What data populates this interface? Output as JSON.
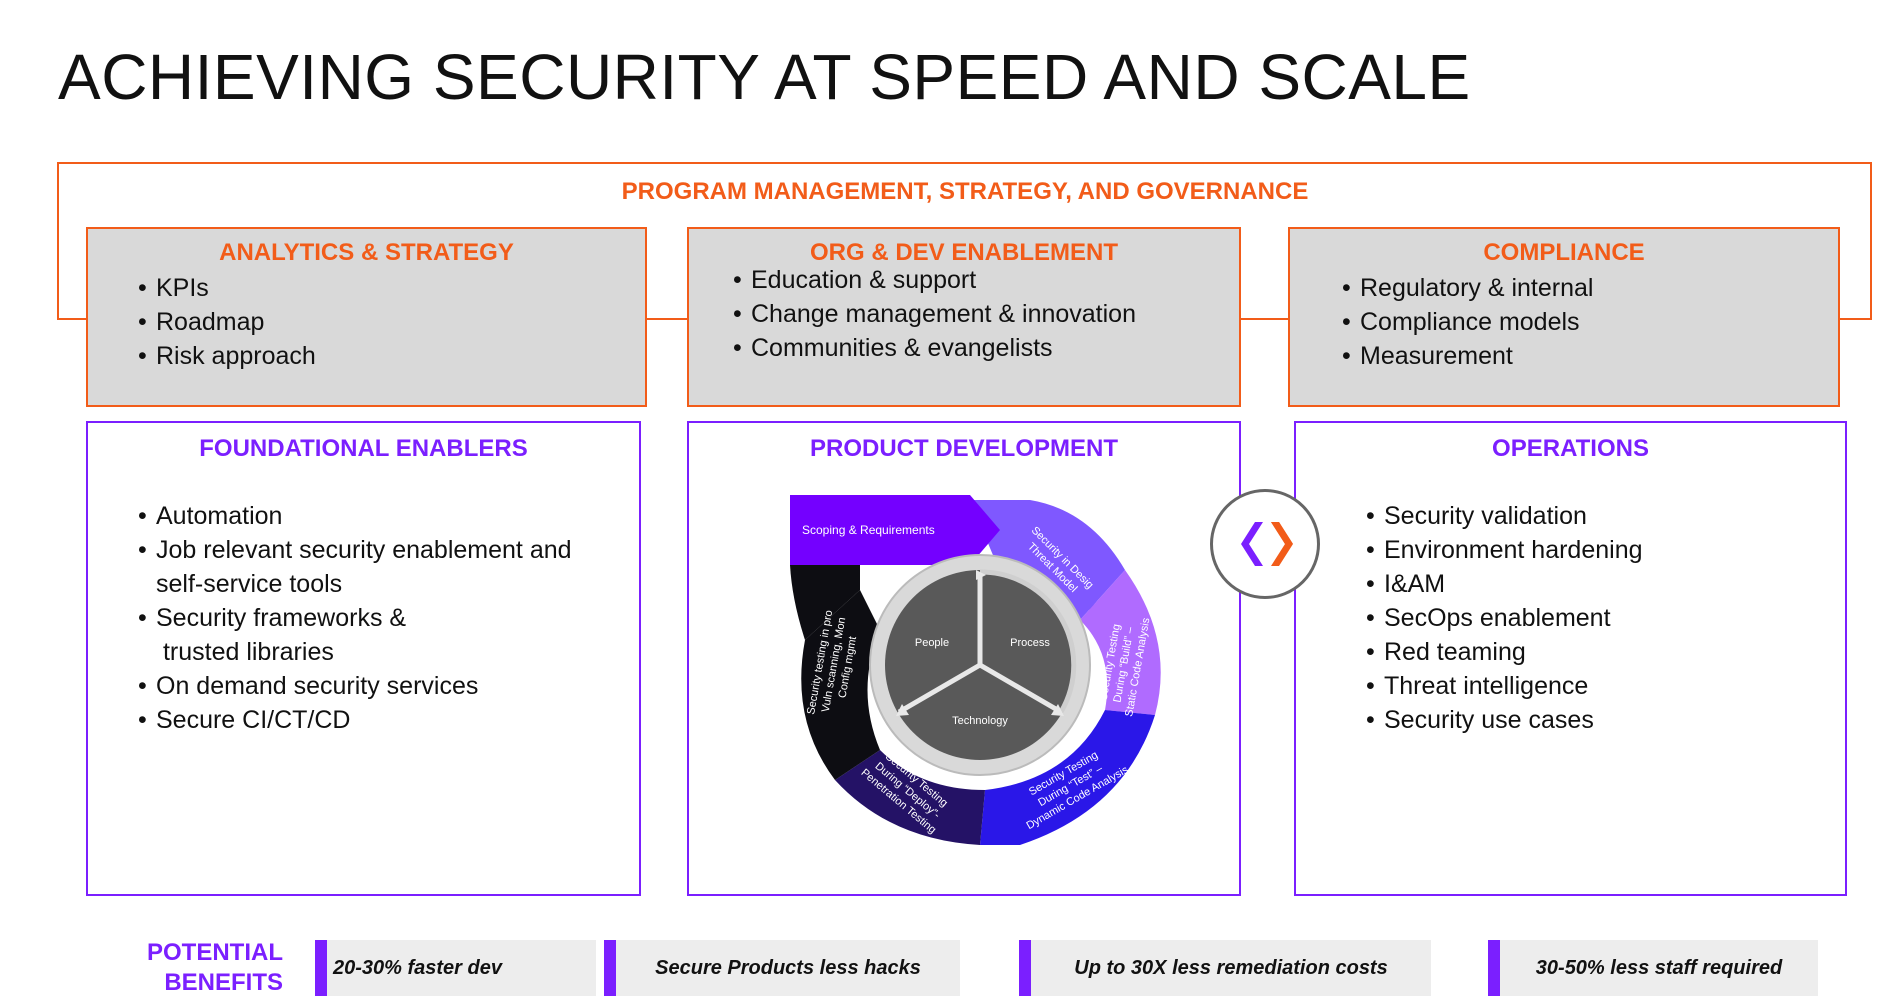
{
  "title": "ACHIEVING SECURITY AT SPEED AND SCALE",
  "program": "PROGRAM MANAGEMENT, STRATEGY, AND GOVERNANCE",
  "analytics": {
    "title": "ANALYTICS & STRATEGY",
    "items": [
      "KPIs",
      "Roadmap",
      "Risk approach"
    ]
  },
  "orgdev": {
    "title": "ORG & DEV ENABLEMENT",
    "items": [
      "Education & support",
      "Change management & innovation",
      "Communities & evangelists"
    ]
  },
  "compliance": {
    "title": "COMPLIANCE",
    "items": [
      "Regulatory & internal",
      "Compliance models",
      "Measurement"
    ]
  },
  "foundational": {
    "title": "FOUNDATIONAL ENABLERS",
    "items": [
      {
        "line1": "Automation",
        "line2": ""
      },
      {
        "line1": "Job relevant security enablement and",
        "line2": "self-service tools"
      },
      {
        "line1": "Security frameworks &",
        "line2": " trusted libraries"
      },
      {
        "line1": "On demand security services",
        "line2": ""
      },
      {
        "line1": "Secure CI/CT/CD",
        "line2": ""
      }
    ]
  },
  "product": {
    "title": "PRODUCT DEVELOPMENT",
    "cycle": {
      "scoping": "Scoping & Requirements",
      "design": [
        "Security in Desig",
        "Threat Model"
      ],
      "build": [
        "Security Testing",
        "During “Build” –",
        "Static Code Analysis"
      ],
      "test": [
        "Security Testing",
        "During “Test” –",
        "Dynamic Code Analysis"
      ],
      "deploy": [
        "Security Testing",
        "During “Deploy”-",
        "Penetration Testing"
      ],
      "prod": [
        "Security testing in pro",
        "Vuln scanning, Mon",
        "Config mgmt"
      ],
      "people": "People",
      "process": "Process",
      "technology": "Technology"
    }
  },
  "operations": {
    "title": "OPERATIONS",
    "items": [
      "Security validation",
      "Environment hardening",
      "I&AM",
      "SecOps enablement",
      "Red teaming",
      "Threat intelligence",
      "Security use cases"
    ]
  },
  "benefits": {
    "label_line1": "POTENTIAL",
    "label_line2": "BENEFITS",
    "items": [
      "20-30% faster dev",
      "Secure Products less hacks",
      "Up to 30X less remediation costs",
      "30-50% less staff required"
    ]
  },
  "colors": {
    "orange": "#f25c19",
    "purple": "#7b1fff",
    "gray": "#d9d9d9"
  },
  "icons": {
    "logo": "chevron-brackets-icon"
  }
}
